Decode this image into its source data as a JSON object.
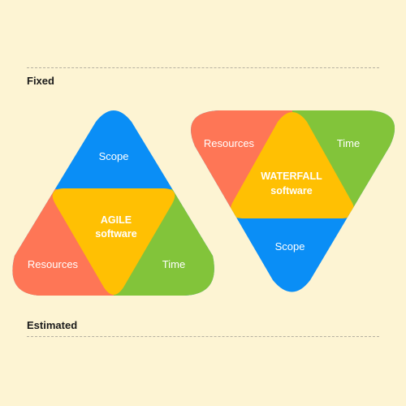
{
  "labels": {
    "fixed": "Fixed",
    "estimated": "Estimated"
  },
  "agile": {
    "top": "Scope",
    "bottom_left": "Resources",
    "bottom_right": "Time",
    "center_line1": "AGILE",
    "center_line2": "software"
  },
  "waterfall": {
    "top_left": "Resources",
    "top_right": "Time",
    "bottom": "Scope",
    "center_line1": "WATERFALL",
    "center_line2": "software"
  },
  "colors": {
    "background": "#fdf4d3",
    "scope": "#0a8ef6",
    "resources": "#fe7656",
    "time": "#82c43a",
    "center": "#ffc003"
  }
}
